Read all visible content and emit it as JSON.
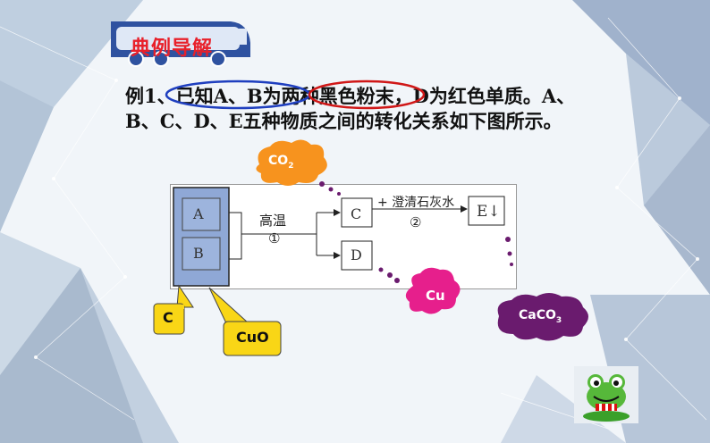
{
  "header": {
    "title": "典例导解"
  },
  "question": {
    "line1": "例1、已知A、B为两种黑色粉末，D为红色单质。A、",
    "line2": "B、C、D、E五种物质之间的转化关系如下图所示。"
  },
  "diagram": {
    "box_a": "A",
    "box_b": "B",
    "box_c": "C",
    "box_d": "D",
    "box_e": "E↓",
    "cond1_label": "高温",
    "cond1_num": "①",
    "cond2_label": "+ 澄清石灰水",
    "cond2_num": "②"
  },
  "bubbles": {
    "co2_main": "CO",
    "co2_sub": "2",
    "cu": "Cu",
    "caco3_main": "CaCO",
    "caco3_sub": "3",
    "c": "C",
    "cuo": "CuO"
  },
  "colors": {
    "title_red": "#e8202a",
    "bus_blue": "#2f52a0",
    "bubble_orange": "#f7931e",
    "bubble_magenta": "#e61f8c",
    "bubble_purple": "#6a1b6e",
    "callout_yellow": "#f9d616",
    "box_fill": "#8fa8d6",
    "oval_blue": "#1f3fbf",
    "oval_red": "#d01818"
  }
}
